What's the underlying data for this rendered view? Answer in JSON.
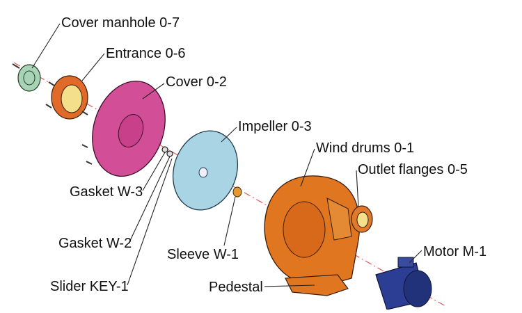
{
  "labels": {
    "cover_manhole": "Cover manhole 0-7",
    "entrance": "Entrance 0-6",
    "cover": "Cover 0-2",
    "impeller": "Impeller 0-3",
    "wind_drums": "Wind drums 0-1",
    "outlet_flanges": "Outlet flanges 0-5",
    "gasket_w3": "Gasket W-3",
    "gasket_w2": "Gasket W-2",
    "slider_key": "Slider KEY-1",
    "sleeve": "Sleeve W-1",
    "pedestal": "Pedestal",
    "motor": "Motor M-1"
  },
  "colors": {
    "cover_manhole": "#a6d4b4",
    "entrance": "#e06a2a",
    "entrance_inner": "#f4e08a",
    "cover": "#d24e96",
    "impeller": "#a9d4e4",
    "wind_drums": "#e0761f",
    "outlet_flange": "#e07a2a",
    "sleeve": "#e49a30",
    "motor": "#2c3e94",
    "axis": "#e05a5a"
  }
}
